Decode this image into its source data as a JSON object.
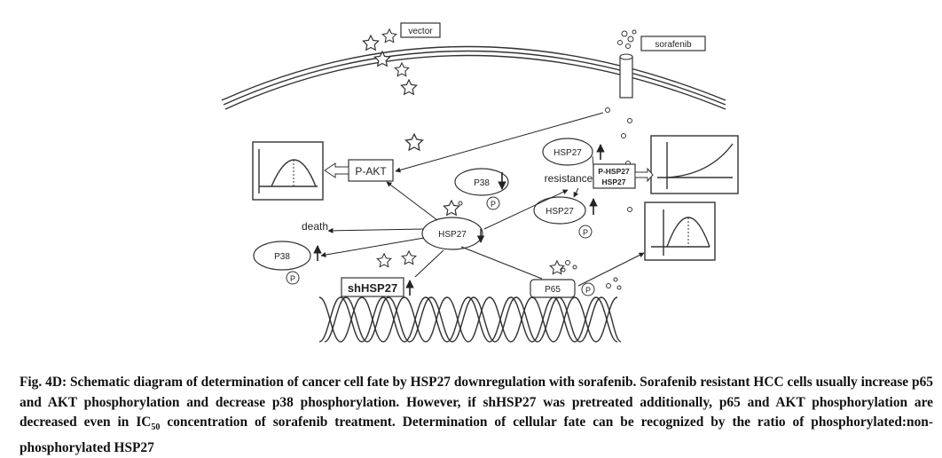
{
  "diagram": {
    "labels": {
      "vector": "vector",
      "sorafenib": "sorafenib",
      "p_akt": "P-AKT",
      "hsp27_top": "HSP27",
      "p_hsp27": "P-HSP27",
      "hsp27_box": "HSP27",
      "resistance": "resistance",
      "p38_mid": "P38",
      "hsp27_phospho": "HSP27",
      "death": "death",
      "hsp27_center": "HSP27",
      "p38_left": "P38",
      "shhsp27": "shHSP27",
      "p65": "P65",
      "p": "P"
    }
  },
  "caption": {
    "part1": "Fig. 4D: Schematic diagram of determination of cancer cell fate by HSP27 downregulation with sorafenib. Sorafenib resistant HCC cells usually increase p65 and AKT phosphorylation and decrease p38 phosphorylation. However, if shHSP27 was pretreated additionally, p65 and AKT phosphorylation are decreased even in IC",
    "subscript": "50",
    "part2": " concentration of sorafenib treatment. Determination of cellular fate can be recognized by the ratio of phosphorylated:non-phosphorylated HSP27"
  }
}
